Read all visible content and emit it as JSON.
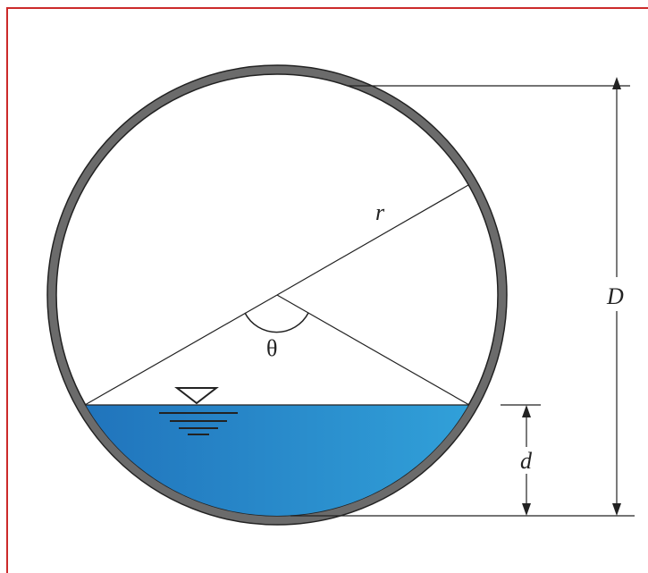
{
  "diagram": {
    "labels": {
      "radius": "r",
      "angle": "θ",
      "diameter": "D",
      "depth": "d"
    },
    "colors": {
      "border": "#cc2a2a",
      "pipe_wall": "#6b6b6b",
      "water_dark": "#1e6eb8",
      "water_light": "#34a8de",
      "line": "#222222",
      "background": "#ffffff"
    }
  }
}
